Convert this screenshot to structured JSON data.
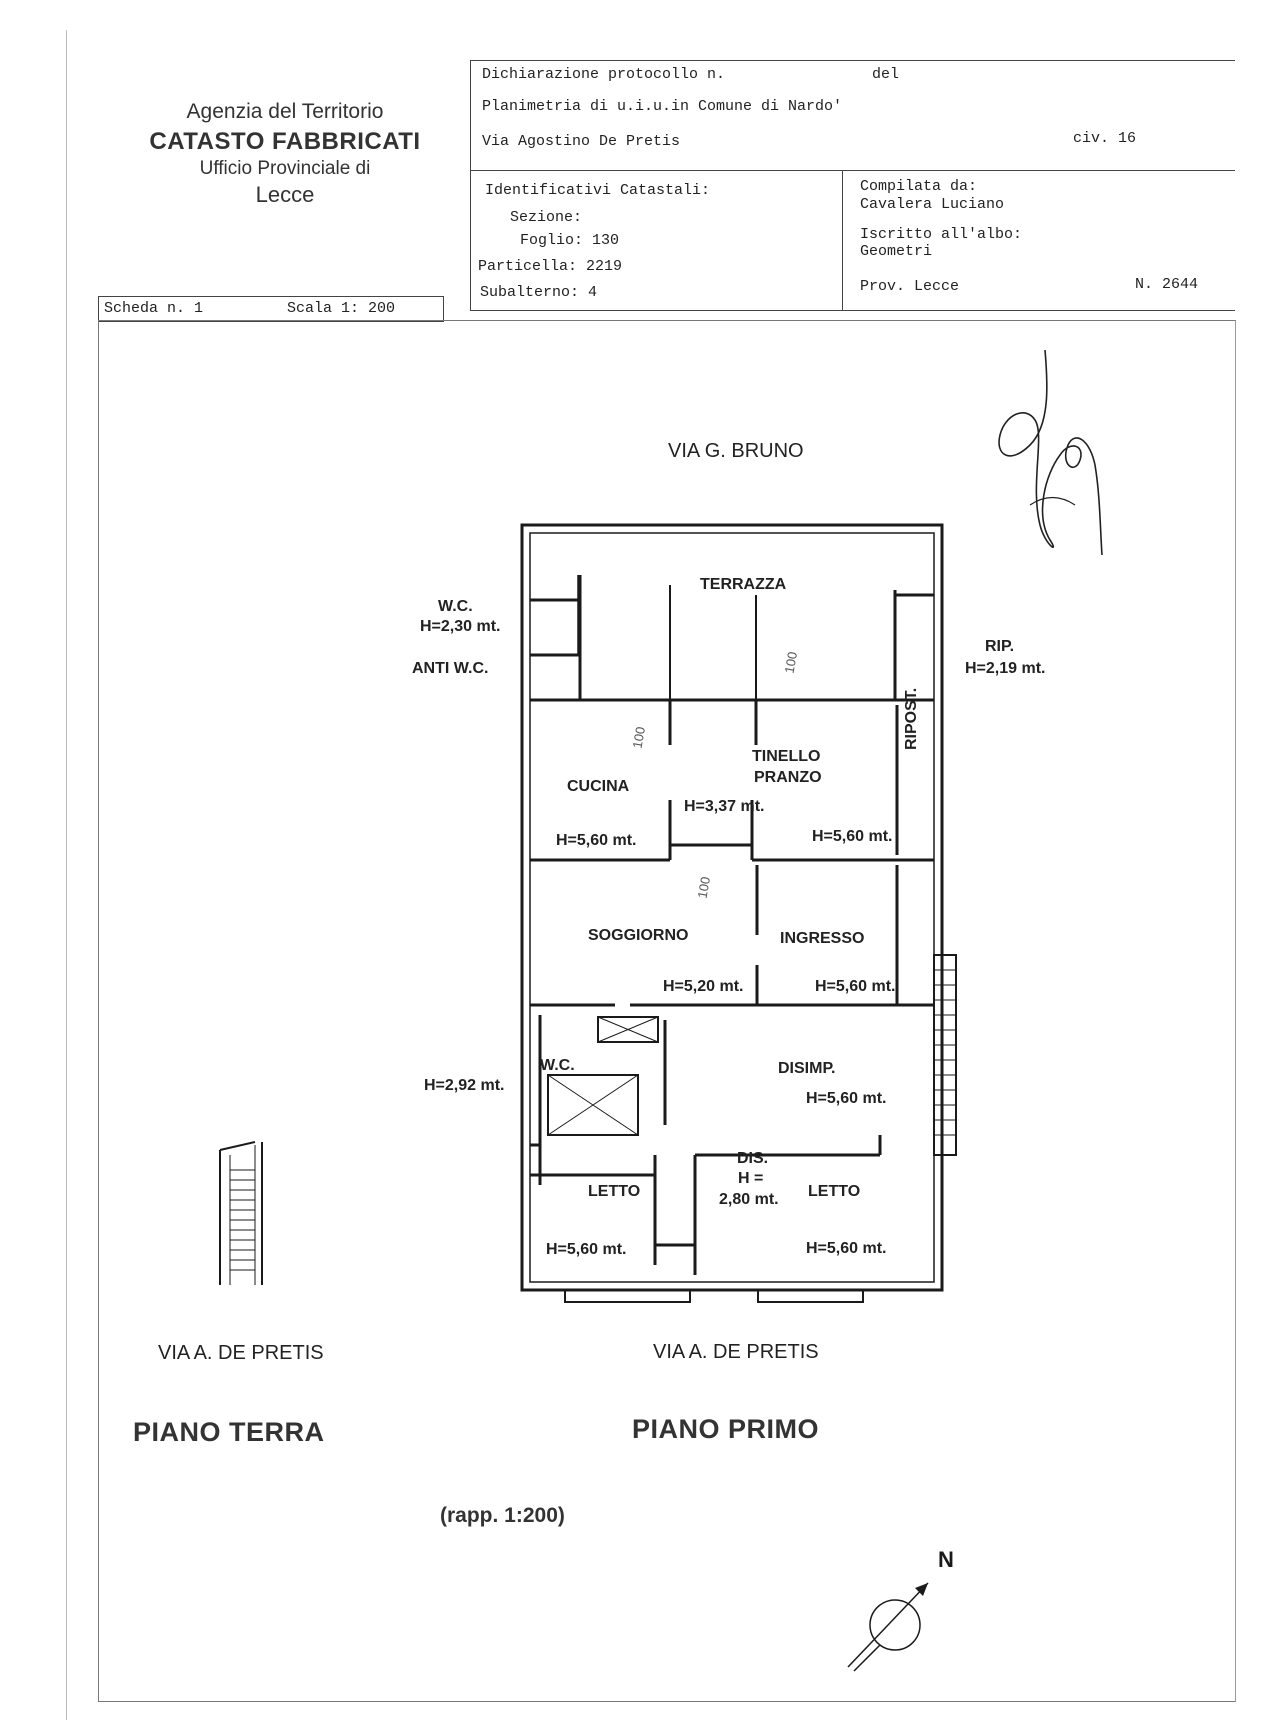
{
  "agency": {
    "line1": "Agenzia del Territorio",
    "line2": "CATASTO FABBRICATI",
    "line3": "Ufficio Provinciale di",
    "line4": "Lecce"
  },
  "header": {
    "dichiarazione": "Dichiarazione protocollo n.",
    "del": "del",
    "planimetria": "Planimetria di u.i.u.in Comune di Nardo'",
    "via": "Via Agostino De Pretis",
    "civ": "civ. 16"
  },
  "identificativi": {
    "title": "Identificativi Catastali:",
    "sezione": "Sezione:",
    "foglio": "Foglio: 130",
    "particella": "Particella: 2219",
    "subalterno": "Subalterno: 4"
  },
  "compilata": {
    "label": "Compilata da:",
    "name": "Cavalera Luciano",
    "iscritto": "Iscritto all'albo:",
    "albo": "Geometri",
    "prov": "Prov. Lecce",
    "numero": "N.  2644"
  },
  "scheda": {
    "number": "Scheda n. 1",
    "scala": "Scala 1: 200"
  },
  "plan": {
    "street_top": "VIA G. BRUNO",
    "street_bottom_left": "VIA A. DE PRETIS",
    "street_bottom_right": "VIA A. DE PRETIS",
    "rooms": {
      "terrazza": "TERRAZZA",
      "wc1": "W.C.",
      "wc1_h": "H=2,30 mt.",
      "anti_wc": "ANTI W.C.",
      "rip": "RIP.",
      "rip_h": "H=2,19 mt.",
      "cucina": "CUCINA",
      "cucina_h": "H=5,60 mt.",
      "tinello1": "TINELLO",
      "tinello2": "PRANZO",
      "stair_h": "H=3,37 mt.",
      "tinello_h": "H=5,60 mt.",
      "ripost": "RIPOST.",
      "soggiorno": "SOGGIORNO",
      "soggiorno_h": "H=5,20 mt.",
      "ingresso": "INGRESSO",
      "ingresso_h": "H=5,60 mt.",
      "wc2": "W.C.",
      "wc2_h": "H=2,92 mt.",
      "disimp": "DISIMP.",
      "disimp_h": "H=5,60 mt.",
      "dis": "DIS.",
      "dis_h1": "H =",
      "dis_h2": "2,80 mt.",
      "letto1": "LETTO",
      "letto1_h": "H=5,60 mt.",
      "letto2": "LETTO",
      "letto2_h": "H=5,60 mt."
    },
    "notes": {
      "n1": "100",
      "n2": "100",
      "n3": "100"
    }
  },
  "titles": {
    "piano_terra": "PIANO TERRA",
    "piano_primo": "PIANO PRIMO",
    "rapp": "(rapp. 1:200)",
    "north": "N"
  }
}
